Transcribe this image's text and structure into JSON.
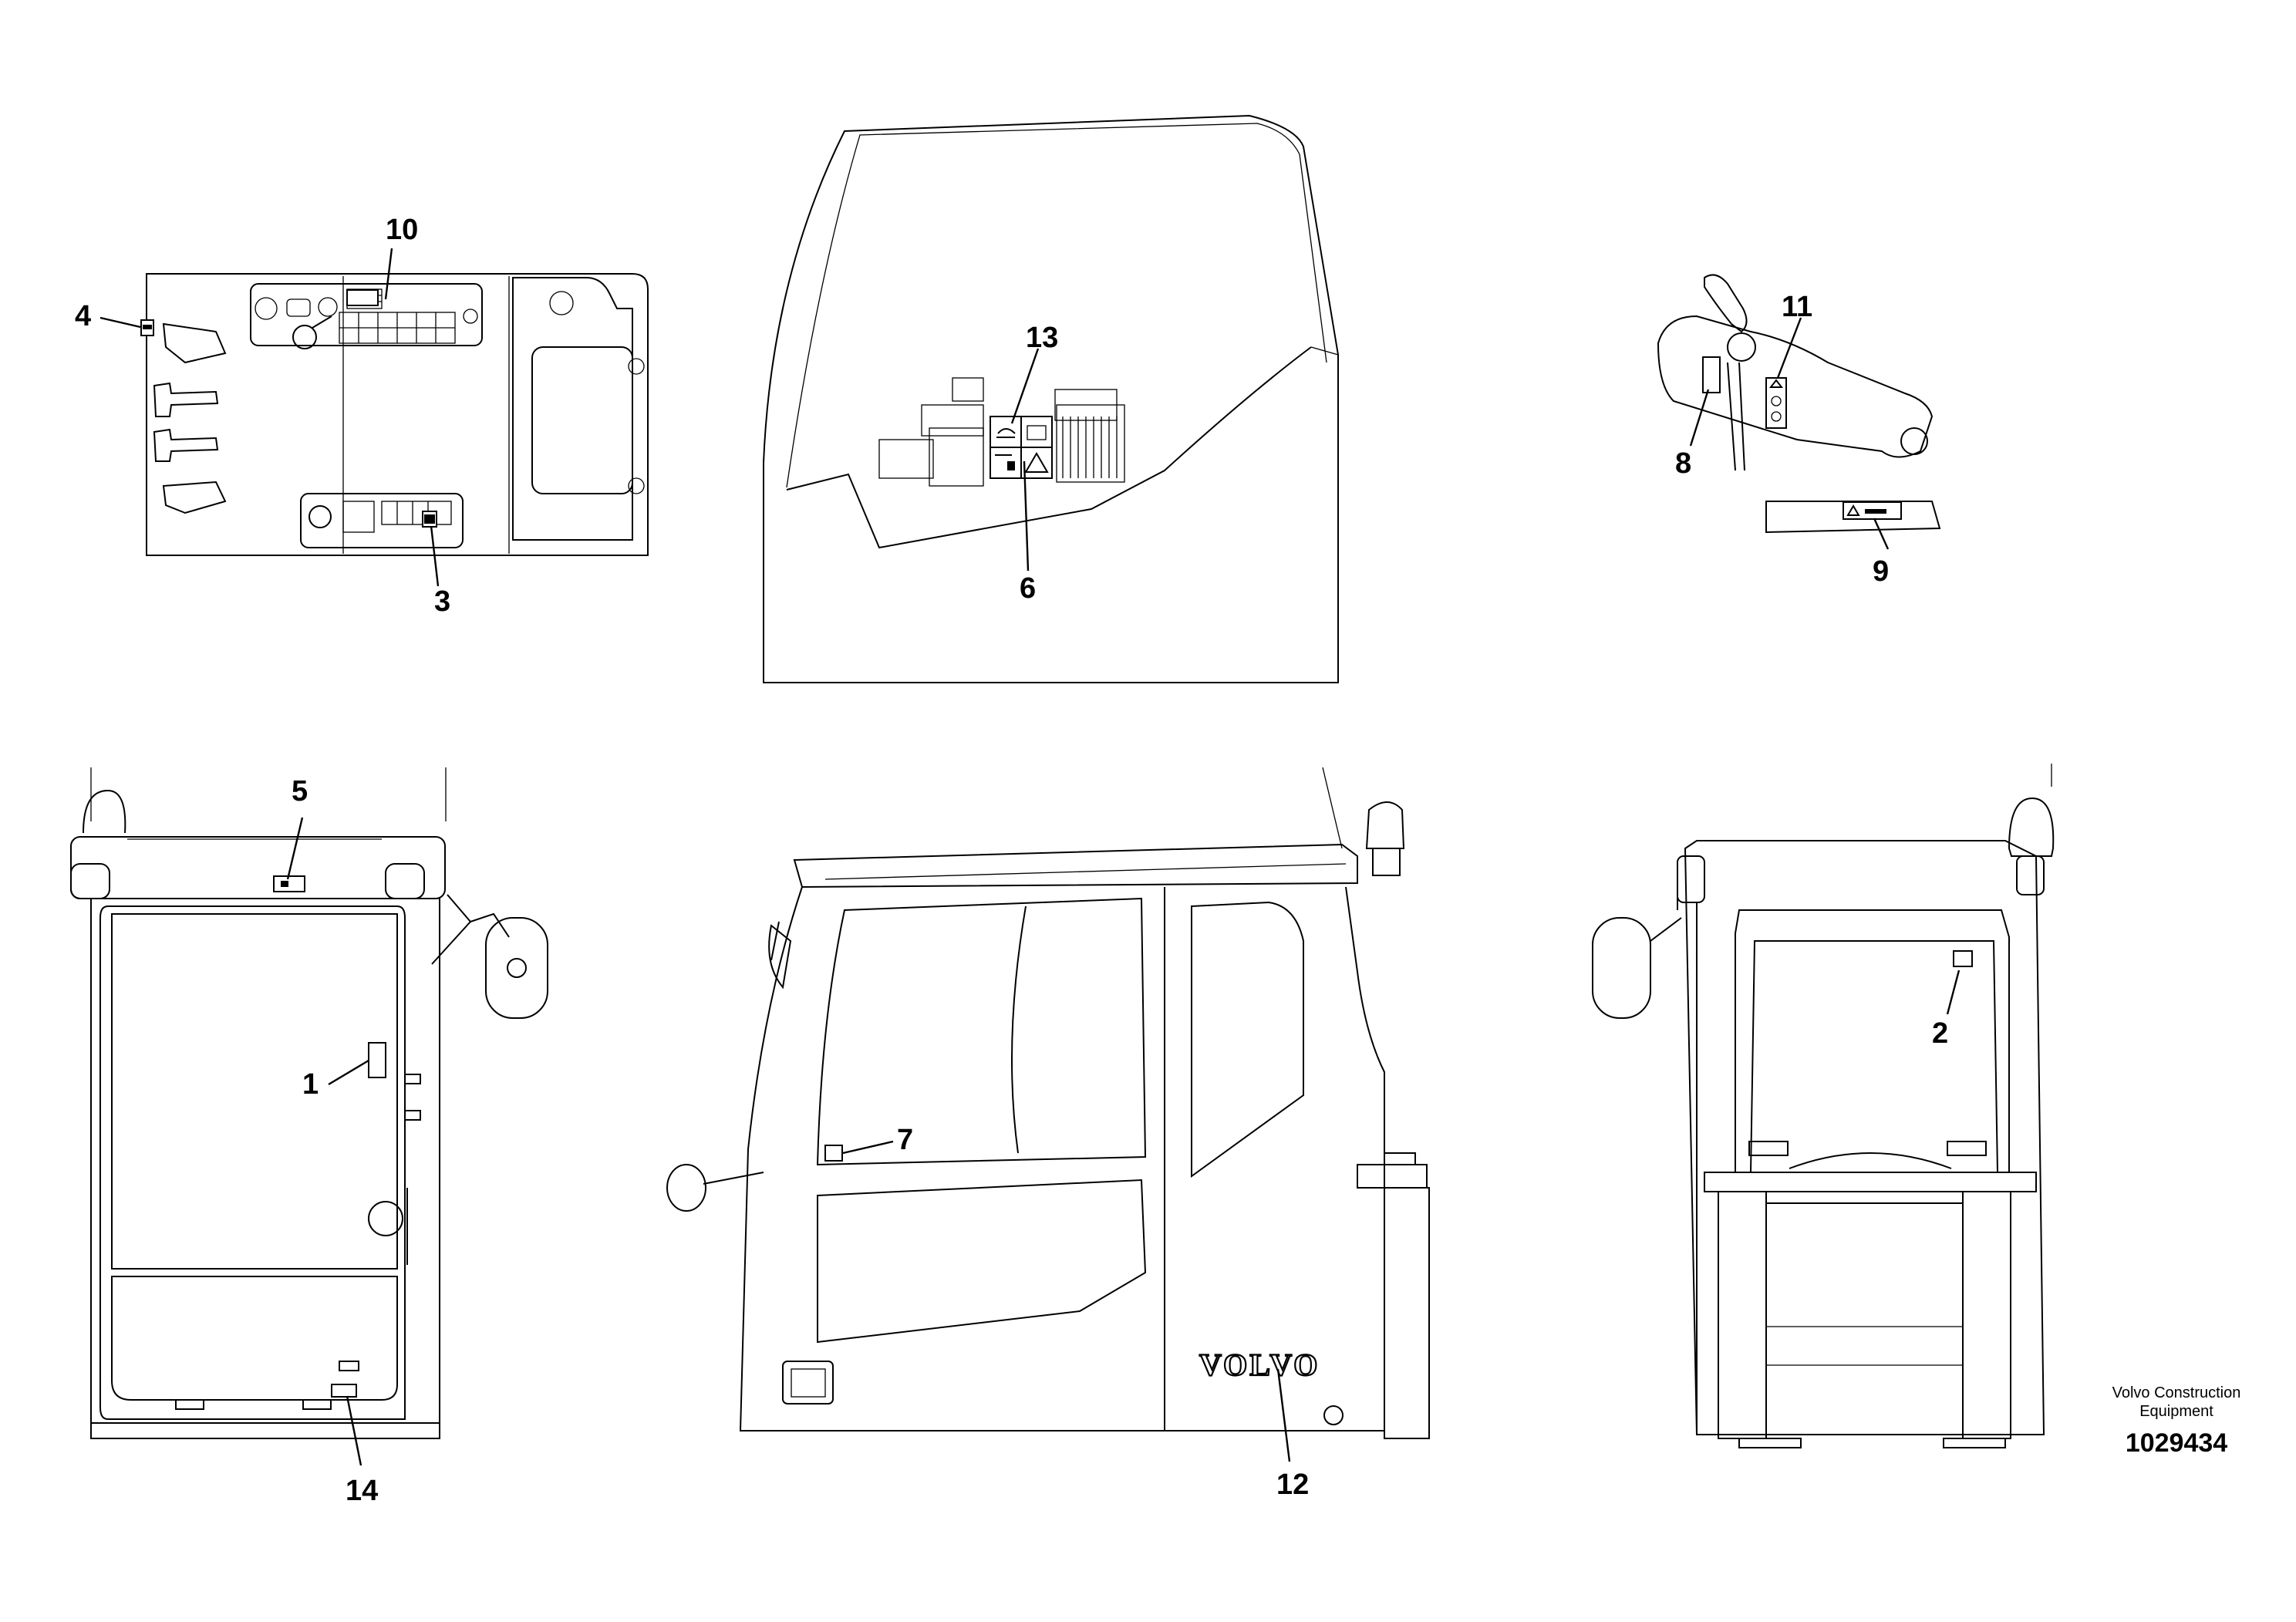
{
  "callouts": {
    "c1": "1",
    "c2": "2",
    "c3": "3",
    "c4": "4",
    "c5": "5",
    "c6": "6",
    "c7": "7",
    "c8": "8",
    "c9": "9",
    "c10": "10",
    "c11": "11",
    "c12": "12",
    "c13": "13",
    "c14": "14"
  },
  "brand_logo": "VOLVO",
  "caption": {
    "line1": "Volvo Construction",
    "line2": "Equipment"
  },
  "document_number": "1029434"
}
